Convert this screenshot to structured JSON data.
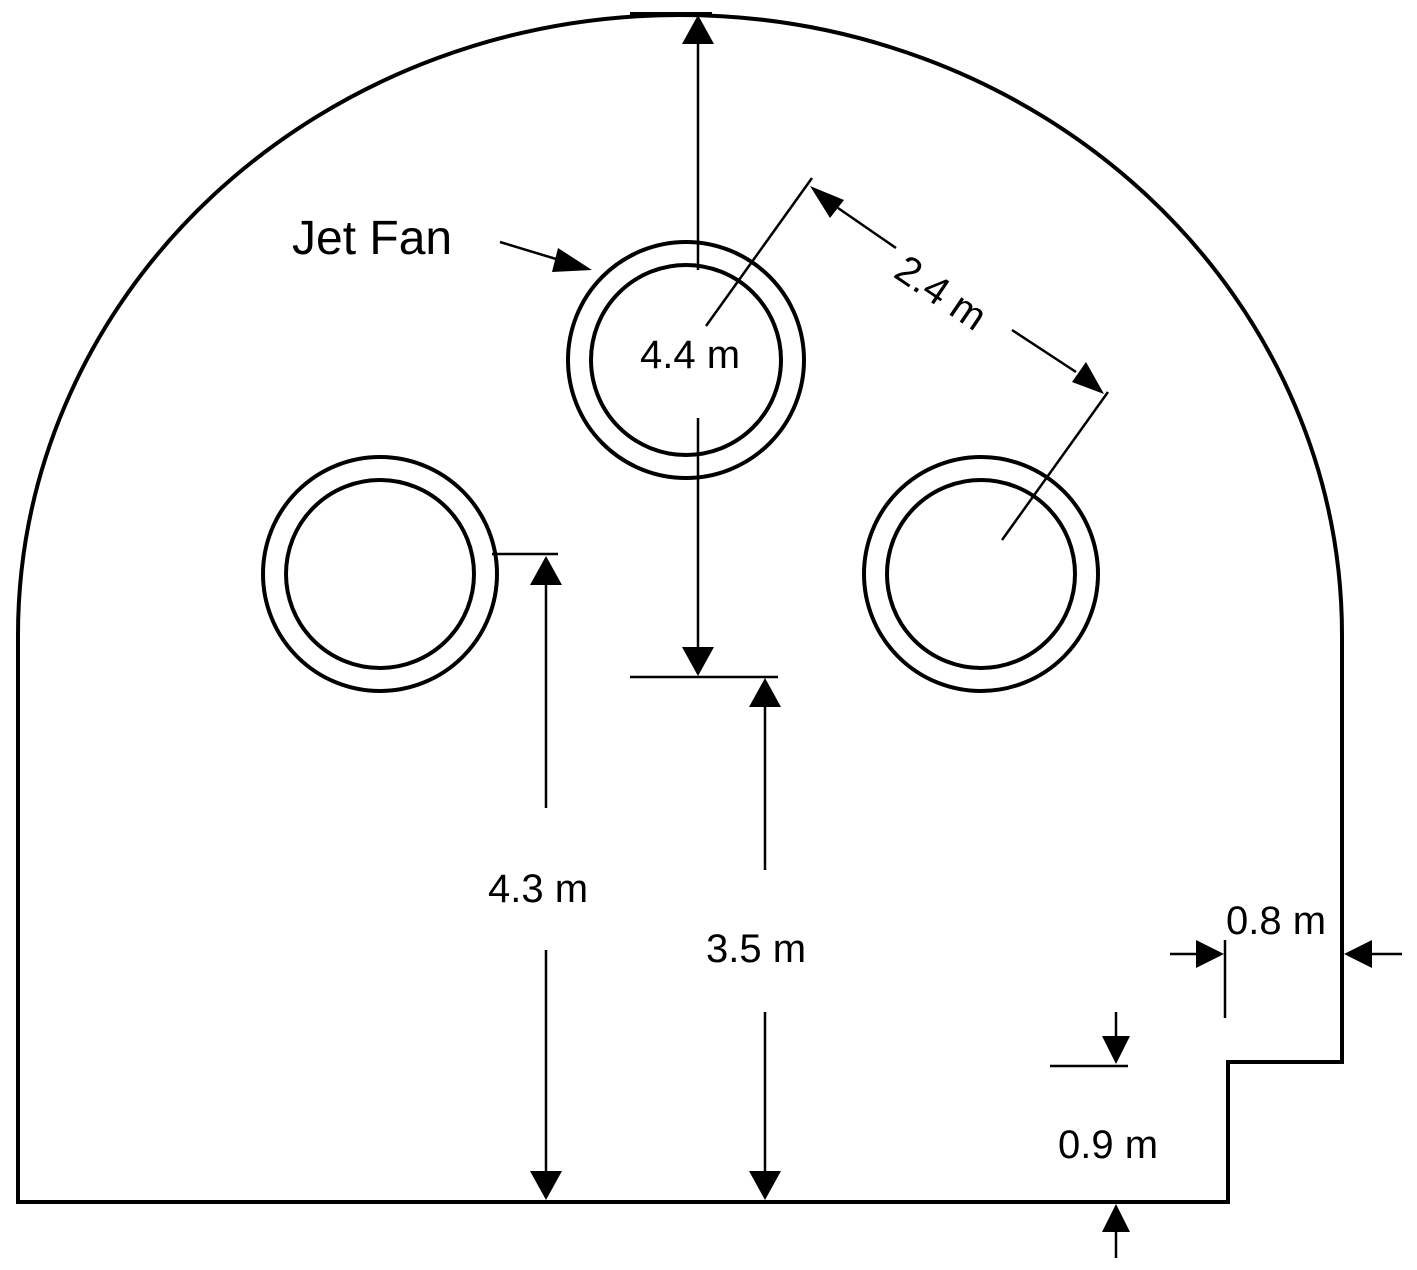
{
  "labels": {
    "jet_fan": "Jet Fan",
    "fan_diameter": "4.4 m",
    "fan_spacing": "2.4 m",
    "height_left": "4.3 m",
    "height_center": "3.5 m",
    "step_width": "0.8 m",
    "step_height": "0.9 m"
  }
}
